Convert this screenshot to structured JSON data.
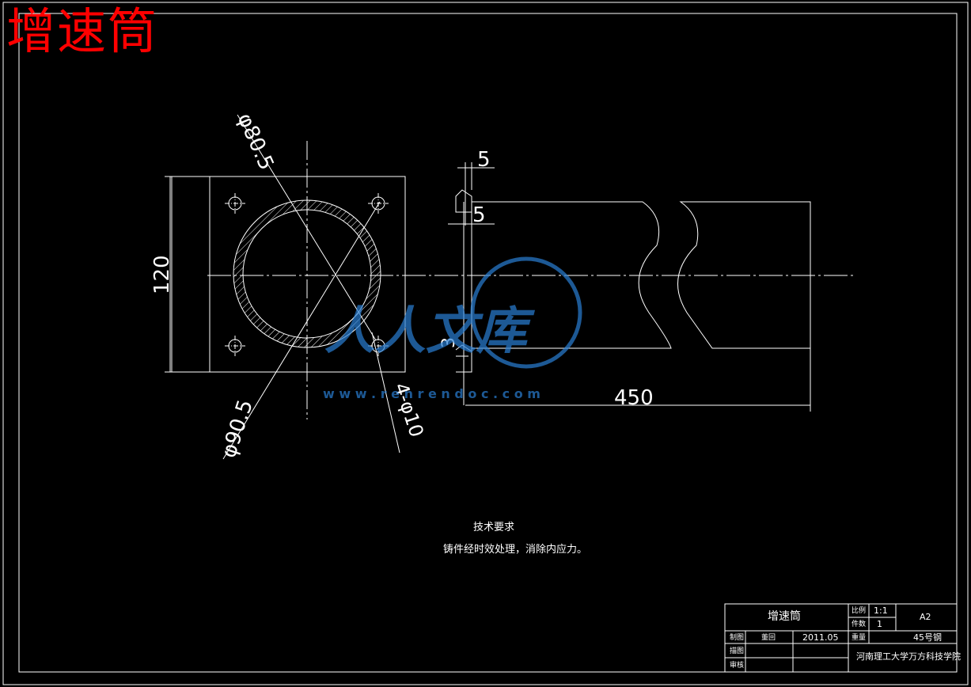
{
  "title": "增速筒",
  "dimensions": {
    "phi_80_5": "φ80.5",
    "phi_90_5": "φ90.5",
    "holes": "4-φ10",
    "height_120": "120",
    "length_450": "450",
    "flange_5_a": "5",
    "flange_5_b": "5",
    "groove_3": "3"
  },
  "watermark": {
    "text": "人人文库",
    "url": "w w w . r e n r e n d o c . c o m"
  },
  "tech_notes": {
    "heading": "技术要求",
    "body": "铸件经时效处理，消除内应力。"
  },
  "title_block": {
    "part_name": "增速筒",
    "scale_label": "比例",
    "scale_value": "1:1",
    "count_label": "件数",
    "count_value": "1",
    "sheet_size": "A2",
    "drawn_label": "制图",
    "drawn_name": "董回",
    "date": "2011.05",
    "weight_label": "重量",
    "material": "45号钢",
    "check_label": "描图",
    "review_label": "审核",
    "school": "河南理工大学万方科技学院"
  },
  "colors": {
    "background": "#000000",
    "line": "#ffffff",
    "title_red": "#ff0000",
    "watermark_blue": "#2a7fd4"
  }
}
